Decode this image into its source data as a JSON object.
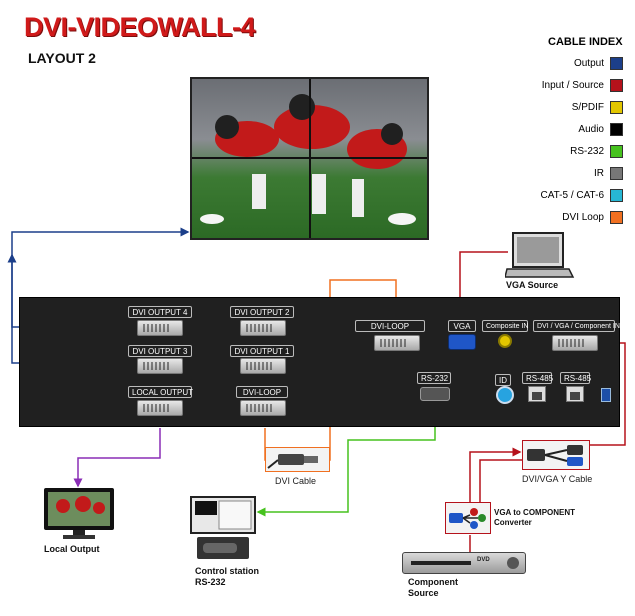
{
  "title": "DVI-VIDEOWALL-4",
  "subtitle": "LAYOUT 2",
  "cable_index": {
    "title": "CABLE INDEX",
    "items": [
      {
        "label": "Output",
        "color": "#1c3f8a"
      },
      {
        "label": "Input / Source",
        "color": "#b5121b"
      },
      {
        "label": "S/PDIF",
        "color": "#e2c600"
      },
      {
        "label": "Audio",
        "color": "#000000"
      },
      {
        "label": "RS-232",
        "color": "#46c21e"
      },
      {
        "label": "IR",
        "color": "#777777"
      },
      {
        "label": "CAT-5 / CAT-6",
        "color": "#27b7d4"
      },
      {
        "label": "DVI Loop",
        "color": "#f07021"
      }
    ]
  },
  "panel": {
    "dvi_output_4": "DVI OUTPUT 4",
    "dvi_output_2": "DVI OUTPUT 2",
    "dvi_output_3": "DVI OUTPUT 3",
    "dvi_output_1": "DVI OUTPUT 1",
    "local_output": "LOCAL OUTPUT",
    "dvi_loop": "DVI-LOOP",
    "dvi_loop_in": "DVI-LOOP",
    "vga": "VGA",
    "composite_in": "Composite IN",
    "dvi_vga_component_in": "DVI / VGA / Component IN",
    "rs232": "RS-232",
    "id": "ID",
    "rs485_a": "RS-485",
    "rs485_b": "RS-485"
  },
  "devices": {
    "vga_source": "VGA Source",
    "dvi_cable": "DVI Cable",
    "local_output": "Local Output",
    "control_station": "Control station\nRS-232",
    "dvi_vga_y_cable": "DVI/VGA Y Cable",
    "vga_component_converter": "VGA to COMPONENT\nConverter",
    "component_source": "Component\nSource",
    "dvd_label": "DVD"
  }
}
